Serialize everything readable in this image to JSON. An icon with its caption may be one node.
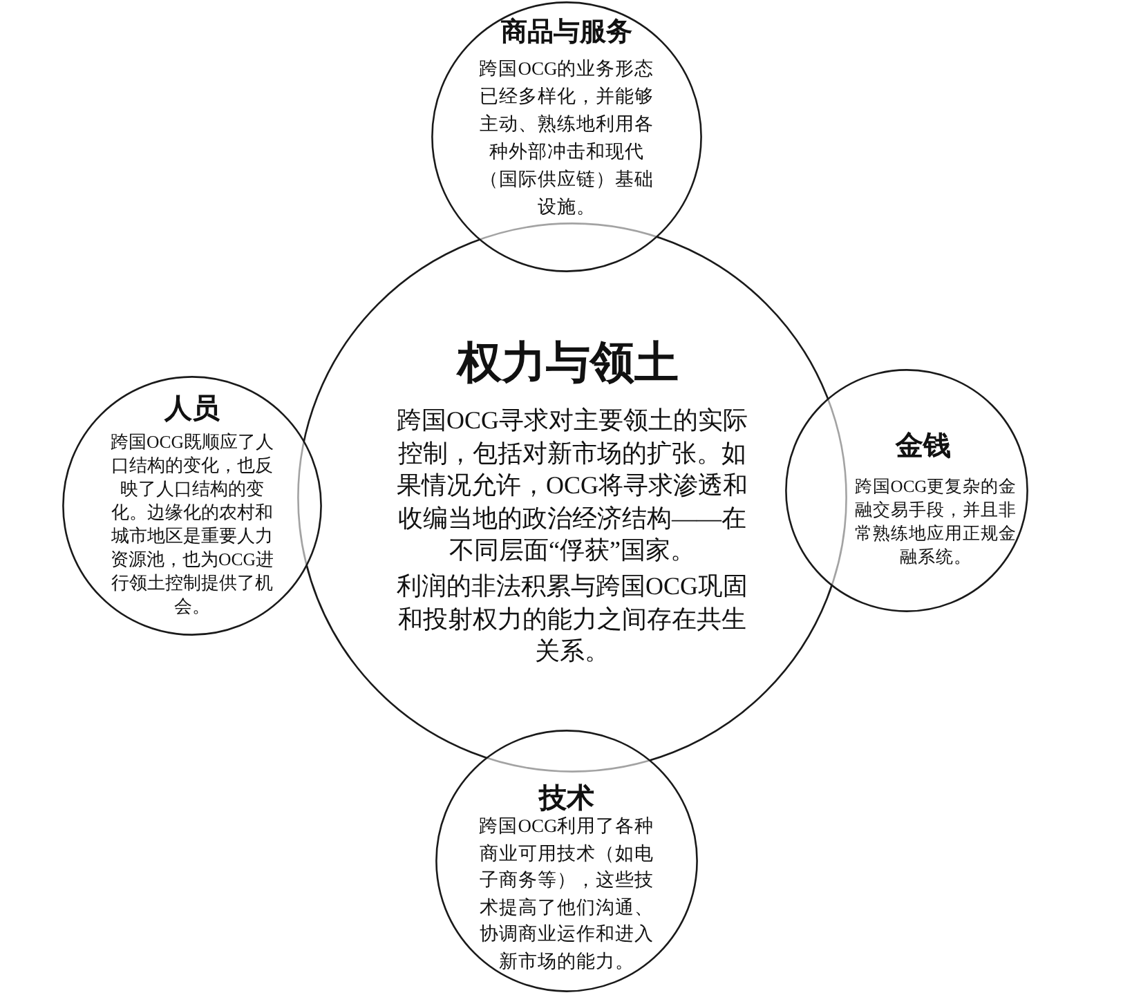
{
  "diagram": {
    "nodes": [
      {
        "text": [
          "商品与服务",
          "跨国OCG的业务形态已经多样化，并能够主动、熟练地利用各种外部冲击和现代（国际供应链）基础设施。"
        ]
      },
      {
        "text": [
          "人员",
          "跨国OCG既顺应了人口结构的变化，也反映了人口结构的变化。边缘化的农村和城市地区是重要人力资源池，也为OCG进行领土控制提供了机会。"
        ]
      },
      {
        "text": [
          "权力与领土",
          "跨国OCG寻求对主要领土的实际控制，包括对新市场的扩张。如果情况允许，OCG将寻求渗透和收编当地的政治经济结构——在不同层面“俘获”国家。",
          "利润的非法积累与跨国OCG巩固和投射权力的能力之间存在共生关系。"
        ]
      },
      {
        "text": [
          "金钱",
          "跨国OCG更复杂的金融交易手段，并且非常熟练地应用正规金融系统。"
        ]
      },
      {
        "text": [
          "技术",
          "跨国OCG利用了各种商业可用技术（如电子商务等），这些技术提高了他们沟通、协调商业运作和进入新市场的能力。"
        ]
      }
    ]
  }
}
